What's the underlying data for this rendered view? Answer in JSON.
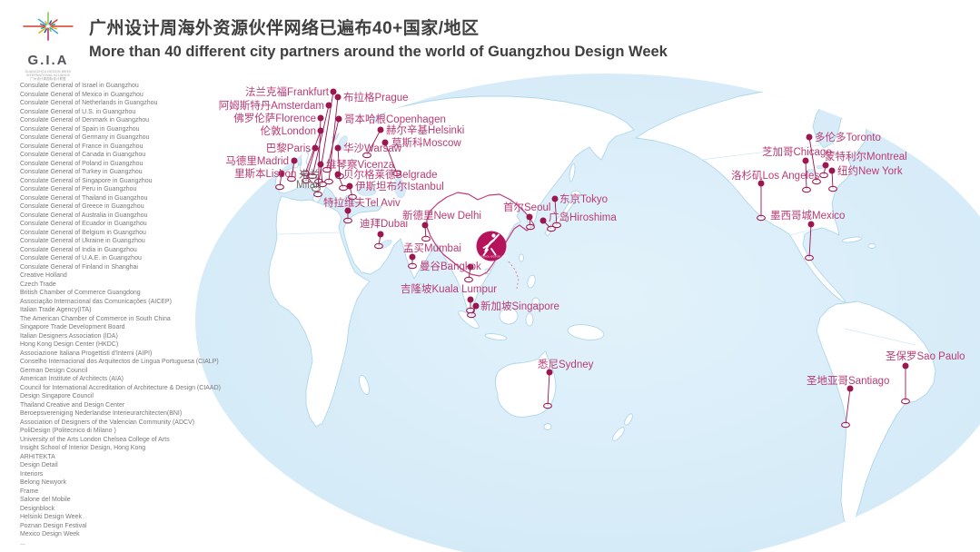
{
  "header": {
    "title_zh": "广州设计周海外资源伙伴网络已遍布40+国家/地区",
    "title_en": "More than 40 different city partners around the world of Guangzhou Design Week"
  },
  "logo": {
    "acronym": "G.I.A",
    "sub1": "GUANGZHOU DESIGN WEEK",
    "sub2": "INTERNATIONAL ALLIANCE",
    "sub3": "广州设计周国际设计联盟",
    "ray_colors": [
      "#d93a2b",
      "#f0a500",
      "#2ba6de",
      "#7fbe42",
      "#b5135c",
      "#1d4f9c",
      "#f0a500",
      "#00a390",
      "#d93a2b",
      "#5b6670",
      "#2ba6de",
      "#f0a500",
      "#7fbe42",
      "#1d4f9c",
      "#d93a2b",
      "#00a390"
    ]
  },
  "partners": [
    "Consulate General of Israel in Guangzhou",
    "Consulate General of Mexico in Guangzhou",
    "Consulate General of Netherlands in Guangzhou",
    "Consulate General of U.S. in Guangzhou",
    "Consulate General of Denmark in Guangzhou",
    "Consulate General of Spain in Guangzhou",
    "Consulate General of Germany in Guangzhou",
    "Consulate General of France in Guangzhou",
    "Consulate General of Canada in Guangzhou",
    "Consulate General of Poland in Guangzhou",
    "Consulate General of Turkey in Guangzhou",
    "Consulate General of Singapore in Guangzhou",
    "Consulate General of Peru in Guangzhou",
    "Consulate General of Thailand in Guangzhou",
    "Consulate General of Greece in Guangzhou",
    "Consulate General of Australia in Guangzhou",
    "Consulate General of Ecuador in Guangzhou",
    "Consulate General of Belgium in Guangzhou",
    "Consulate General of Ukraine in Guangzhou",
    "Consulate General of India in Guangzhou",
    "Consulate General of U.A.E. in Guangzhou",
    "Consulate General of Finland in Shanghai",
    "Creative Holland",
    "Czech Trade",
    "British Chamber of Commerce Guangdong",
    "Associação Internacional das Comunicações (AICEP)",
    "Italian Trade Agency(ITA)",
    "The American Chamber of Commerce in South China",
    "Singapore Trade Development Board",
    "Italian Designers Association (IDA)",
    "Hong Kong Design Center (HKDC)",
    "Associazione Italiana Progettisti d'Interni (AIPI)",
    "Conselho Internacional dos Arquitectos de Lingua Portuguesa (CIALP)",
    "German Design Council",
    "American Institute of Architects (AIA)",
    "Council for International Accreditation of Architecture & Design (CIAAD)",
    "Design Singapore Council",
    "Thailand Creative and Design Center",
    "Beroepsvereniging Nederlandse Interieurarchitecten(BNI)",
    "Association of Designers of the Valencian Community (ADCV)",
    "PoliDesign (Politecnico di Milano )",
    "University of the Arts London Chelsea College of Arts",
    "Insight School of Interior Design, Hong Kong",
    "ARHITEKTA",
    "Design Detail",
    "Interiors",
    "Belong Newyork",
    "Frame",
    "Salone del Mobile",
    "Designblock",
    "Helsinki Design Week",
    "Poznan Design Festival",
    "Mexico Design Week",
    "..."
  ],
  "map": {
    "badge_label": "GUANGZHOU DESIGN WEEK",
    "colors": {
      "label": "#b93a74",
      "pin": "#9a1750",
      "gray_label": "#6b6b6b",
      "land": "#ffffff",
      "ocean": "#d7ecf8",
      "coast": "#aed6ec",
      "china_border": "#c13a78",
      "badge": "#b5135c"
    },
    "cities": [
      {
        "id": "frankfurt",
        "zh": "法兰克福",
        "en": "Frankfurt",
        "anchor": "end",
        "label": [
          362,
          105
        ],
        "dot": [
          367,
          101
        ],
        "ring": [
          351,
          200
        ]
      },
      {
        "id": "prague",
        "zh": "布拉格",
        "en": "Prague",
        "anchor": "start",
        "label": [
          378,
          111
        ],
        "dot": [
          372,
          107
        ],
        "ring": [
          362,
          200
        ]
      },
      {
        "id": "amsterdam",
        "zh": "阿姆斯特丹",
        "en": "Amsterdam",
        "anchor": "end",
        "label": [
          357,
          120
        ],
        "dot": [
          362,
          116
        ],
        "ring": [
          344,
          194
        ]
      },
      {
        "id": "florence",
        "zh": "佛罗伦萨",
        "en": "Florence",
        "anchor": "end",
        "label": [
          348,
          134
        ],
        "dot": [
          353,
          130
        ],
        "ring": [
          350,
          214
        ]
      },
      {
        "id": "copenhagen",
        "zh": "哥本哈根",
        "en": "Copenhagen",
        "anchor": "start",
        "label": [
          379,
          135
        ],
        "dot": [
          373,
          131
        ],
        "ring": [
          360,
          187
        ]
      },
      {
        "id": "london",
        "zh": "伦敦",
        "en": "London",
        "anchor": "end",
        "label": [
          348,
          148
        ],
        "dot": [
          353,
          144
        ],
        "ring": [
          336,
          191
        ]
      },
      {
        "id": "helsinki",
        "zh": "赫尔辛基",
        "en": "Helsinki",
        "anchor": "start",
        "label": [
          425,
          147
        ],
        "dot": [
          419,
          143
        ],
        "ring": [
          404,
          171
        ]
      },
      {
        "id": "moscow",
        "zh": "莫斯科",
        "en": "Moscow",
        "anchor": "start",
        "label": [
          431,
          161
        ],
        "dot": [
          424,
          157
        ],
        "ring": [
          437,
          191
        ]
      },
      {
        "id": "paris",
        "zh": "巴黎",
        "en": "Paris",
        "anchor": "end",
        "label": [
          342,
          167
        ],
        "dot": [
          347,
          163
        ],
        "ring": [
          337,
          199
        ]
      },
      {
        "id": "warsaw",
        "zh": "华沙",
        "en": "Warsaw",
        "anchor": "start",
        "label": [
          378,
          167
        ],
        "dot": [
          372,
          163
        ],
        "ring": [
          374,
          194
        ]
      },
      {
        "id": "madrid",
        "zh": "马德里",
        "en": "Madrid",
        "anchor": "end",
        "label": [
          318,
          181
        ],
        "dot": [
          324,
          177
        ],
        "ring": [
          321,
          197
        ]
      },
      {
        "id": "vicenza",
        "zh": "维琴察",
        "en": "Vicenza",
        "anchor": "start",
        "label": [
          359,
          185
        ],
        "dot": [
          353,
          181
        ],
        "ring": [
          355,
          203
        ]
      },
      {
        "id": "lisbon",
        "zh": "里斯本",
        "en": "Lisbon",
        "anchor": "start",
        "label": [
          258,
          195
        ],
        "dot": [
          310,
          191
        ],
        "ring": [
          308,
          206
        ]
      },
      {
        "id": "milan",
        "zh": "米兰",
        "en": "Milan",
        "anchor": "start",
        "two_line": true,
        "gray": true,
        "no_dot": true,
        "label": [
          329,
          196
        ],
        "label2": [
          326,
          207
        ],
        "dot": [
          342,
          199
        ],
        "ring": [
          348,
          208
        ]
      },
      {
        "id": "belgrade",
        "zh": "贝尔格莱德",
        "en": "Belgrade",
        "anchor": "start",
        "label": [
          378,
          196
        ],
        "dot": [
          372,
          192
        ],
        "ring": [
          378,
          207
        ]
      },
      {
        "id": "istanbul",
        "zh": "伊斯坦布尔",
        "en": "Istanbul",
        "anchor": "start",
        "label": [
          391,
          209
        ],
        "dot": [
          385,
          205
        ],
        "ring": [
          388,
          217
        ]
      },
      {
        "id": "telaviv",
        "zh": "特拉维夫",
        "en": "Tel Aviv",
        "anchor": "start",
        "label": [
          356,
          227
        ],
        "dot": [
          383,
          232
        ],
        "ring": [
          383,
          243
        ]
      },
      {
        "id": "dubai",
        "zh": "迪拜",
        "en": "Dubai",
        "anchor": "start",
        "label": [
          396,
          250
        ],
        "dot": [
          419,
          258
        ],
        "ring": [
          417,
          271
        ]
      },
      {
        "id": "newdelhi",
        "zh": "新德里",
        "en": "New Delhi",
        "anchor": "start",
        "label": [
          443,
          241
        ],
        "dot": [
          468,
          248
        ],
        "ring": [
          469,
          263
        ]
      },
      {
        "id": "mumbai",
        "zh": "孟买",
        "en": "Mumbai",
        "anchor": "start",
        "label": [
          444,
          277
        ],
        "dot": [
          454,
          283
        ],
        "ring": [
          454,
          293
        ]
      },
      {
        "id": "bangkok",
        "zh": "曼谷",
        "en": "Bangkok",
        "anchor": "start",
        "label": [
          462,
          297
        ],
        "dot": [
          518,
          294
        ],
        "ring": [
          516,
          308
        ]
      },
      {
        "id": "kualalumpur",
        "zh": "吉隆坡",
        "en": "Kuala Lumpur",
        "anchor": "start",
        "label": [
          441,
          322
        ],
        "dot": [
          518,
          330
        ],
        "ring": [
          518,
          342
        ]
      },
      {
        "id": "singapore",
        "zh": "新加坡",
        "en": "Singapore",
        "anchor": "start",
        "label": [
          529,
          341
        ],
        "dot": [
          524,
          337
        ],
        "ring": [
          519,
          347
        ]
      },
      {
        "id": "tokyo",
        "zh": "东京",
        "en": "Tokyo",
        "anchor": "start",
        "label": [
          616,
          223
        ],
        "dot": [
          611,
          219
        ],
        "ring": [
          613,
          248
        ]
      },
      {
        "id": "seoul",
        "zh": "首尔",
        "en": "Seoul",
        "anchor": "start",
        "label": [
          554,
          232
        ],
        "dot": [
          583,
          239
        ],
        "ring": [
          584,
          250
        ]
      },
      {
        "id": "hiroshima",
        "zh": "广岛",
        "en": "Hiroshima",
        "anchor": "start",
        "label": [
          604,
          243
        ],
        "dot": [
          598,
          243
        ],
        "ring": [
          607,
          252
        ]
      },
      {
        "id": "sydney",
        "zh": "悉尼",
        "en": "Sydney",
        "anchor": "start",
        "label": [
          592,
          405
        ],
        "dot": [
          605,
          410
        ],
        "ring": [
          603,
          447
        ]
      },
      {
        "id": "toronto",
        "zh": "多伦多",
        "en": "Toronto",
        "anchor": "start",
        "label": [
          897,
          155
        ],
        "dot": [
          891,
          151
        ],
        "ring": [
          899,
          200
        ]
      },
      {
        "id": "chicago",
        "zh": "芝加哥",
        "en": "Chicago",
        "anchor": "start",
        "label": [
          839,
          171
        ],
        "dot": [
          887,
          177
        ],
        "ring": [
          888,
          209
        ]
      },
      {
        "id": "montreal",
        "zh": "蒙特利尔",
        "en": "Montreal",
        "anchor": "start",
        "label": [
          908,
          176
        ],
        "dot": [
          909,
          182
        ],
        "ring": [
          907,
          193
        ]
      },
      {
        "id": "newyork",
        "zh": "纽约",
        "en": "New York",
        "anchor": "start",
        "label": [
          922,
          192
        ],
        "dot": [
          916,
          188
        ],
        "ring": [
          917,
          208
        ]
      },
      {
        "id": "losangeles",
        "zh": "洛杉矶",
        "en": "Los Angeles",
        "anchor": "start",
        "label": [
          805,
          197
        ],
        "dot": [
          838,
          202
        ],
        "ring": [
          838,
          240
        ]
      },
      {
        "id": "mexicocity",
        "zh": "墨西哥城",
        "en": "Mexico",
        "anchor": "start",
        "label": [
          848,
          241
        ],
        "dot": [
          893,
          247
        ],
        "ring": [
          891,
          284
        ]
      },
      {
        "id": "santiago",
        "zh": "圣地亚哥",
        "en": "Santiago",
        "anchor": "start",
        "label": [
          888,
          423
        ],
        "dot": [
          936,
          428
        ],
        "ring": [
          931,
          468
        ]
      },
      {
        "id": "saopaulo",
        "zh": "圣保罗",
        "en": "Sao Paulo",
        "anchor": "start",
        "label": [
          975,
          396
        ],
        "dot": [
          997,
          403
        ],
        "ring": [
          997,
          442
        ]
      }
    ]
  }
}
